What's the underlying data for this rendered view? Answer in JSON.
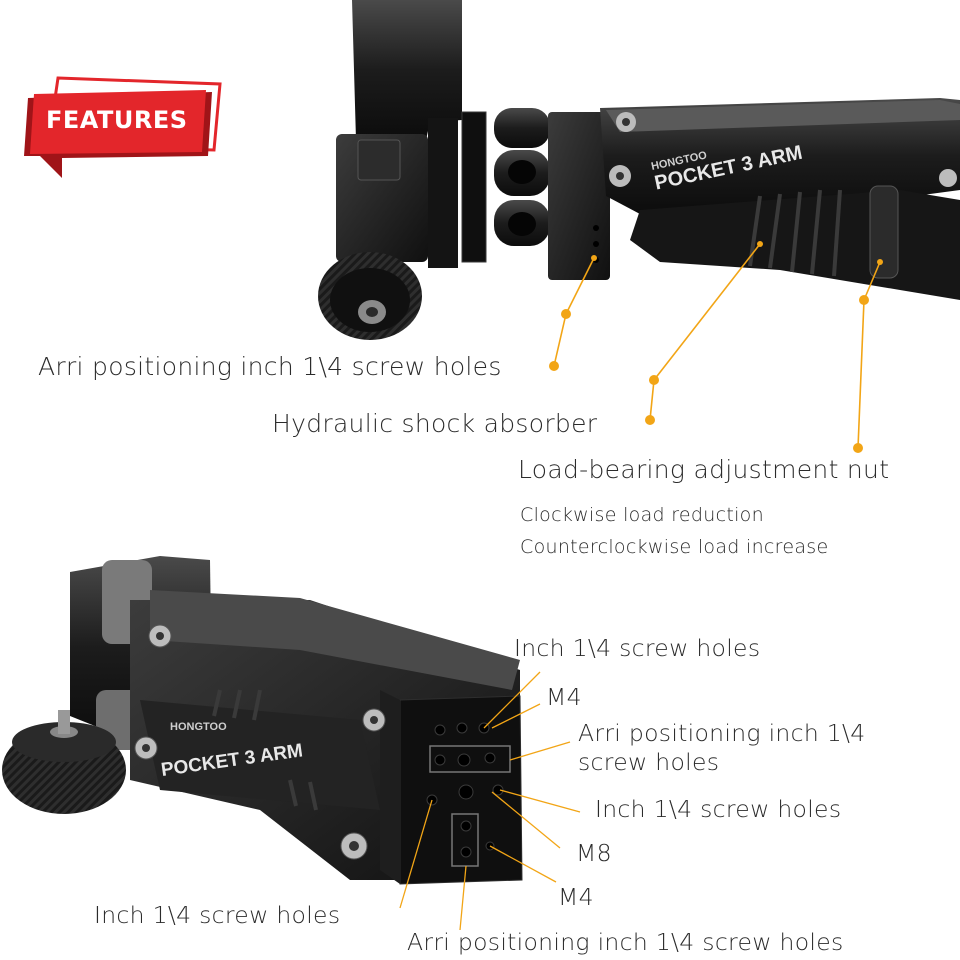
{
  "badge": {
    "text": "FEATURES",
    "colors": {
      "red": "#e3262b",
      "dark_red": "#a01418"
    }
  },
  "product": {
    "brand": "HONGTOO",
    "model": "POCKET 3 ARM"
  },
  "top_callouts": {
    "arri_holes": "Arri positioning inch 1\\4 screw holes",
    "shock": "Hydraulic shock absorber",
    "nut": "Load-bearing adjustment nut",
    "nut_note_1": "Clockwise load reduction",
    "nut_note_2": "Counterclockwise load increase"
  },
  "bottom_callouts": {
    "inch_holes_top": "Inch 1\\4 screw holes",
    "m4_top": "M4",
    "arri_mid_1": "Arri positioning inch 1\\4",
    "arri_mid_2": "screw holes",
    "inch_holes_right": "Inch 1\\4 screw holes",
    "m8": "M8",
    "m4_bottom": "M4",
    "inch_holes_left": "Inch 1\\4 screw holes",
    "arri_bottom": "Arri positioning inch 1\\4 screw holes"
  },
  "colors": {
    "accent_dot": "#f2a516",
    "metal": "#1b1b1b",
    "metal_light": "#3a3a3a"
  }
}
